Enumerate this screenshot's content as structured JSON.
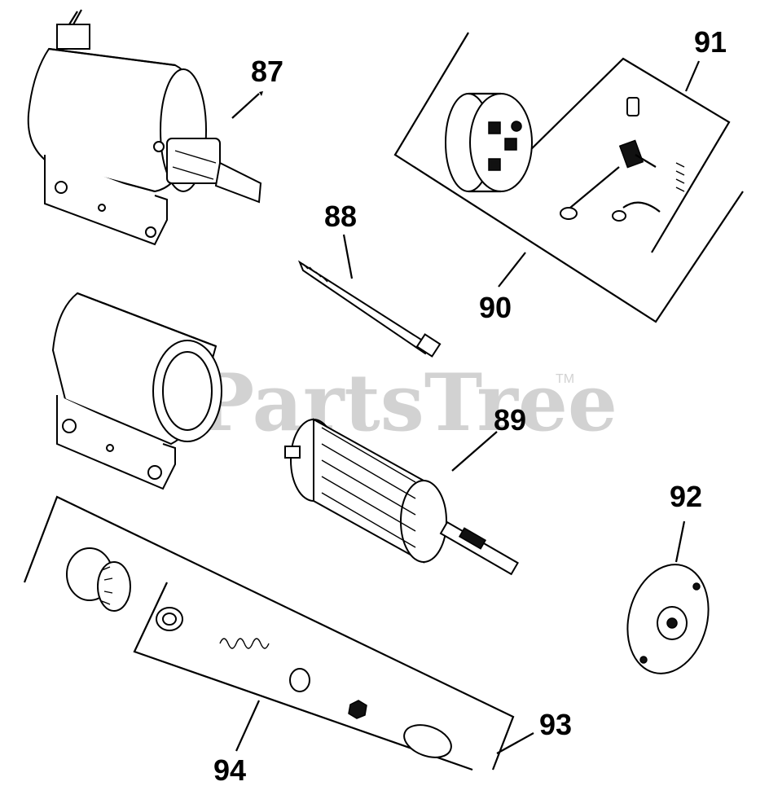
{
  "watermark": {
    "text": "PartsTree",
    "trademark": "TM"
  },
  "callouts": {
    "c87": "87",
    "c88": "88",
    "c89": "89",
    "c90": "90",
    "c91": "91",
    "c92": "92",
    "c93": "93",
    "c94": "94"
  }
}
